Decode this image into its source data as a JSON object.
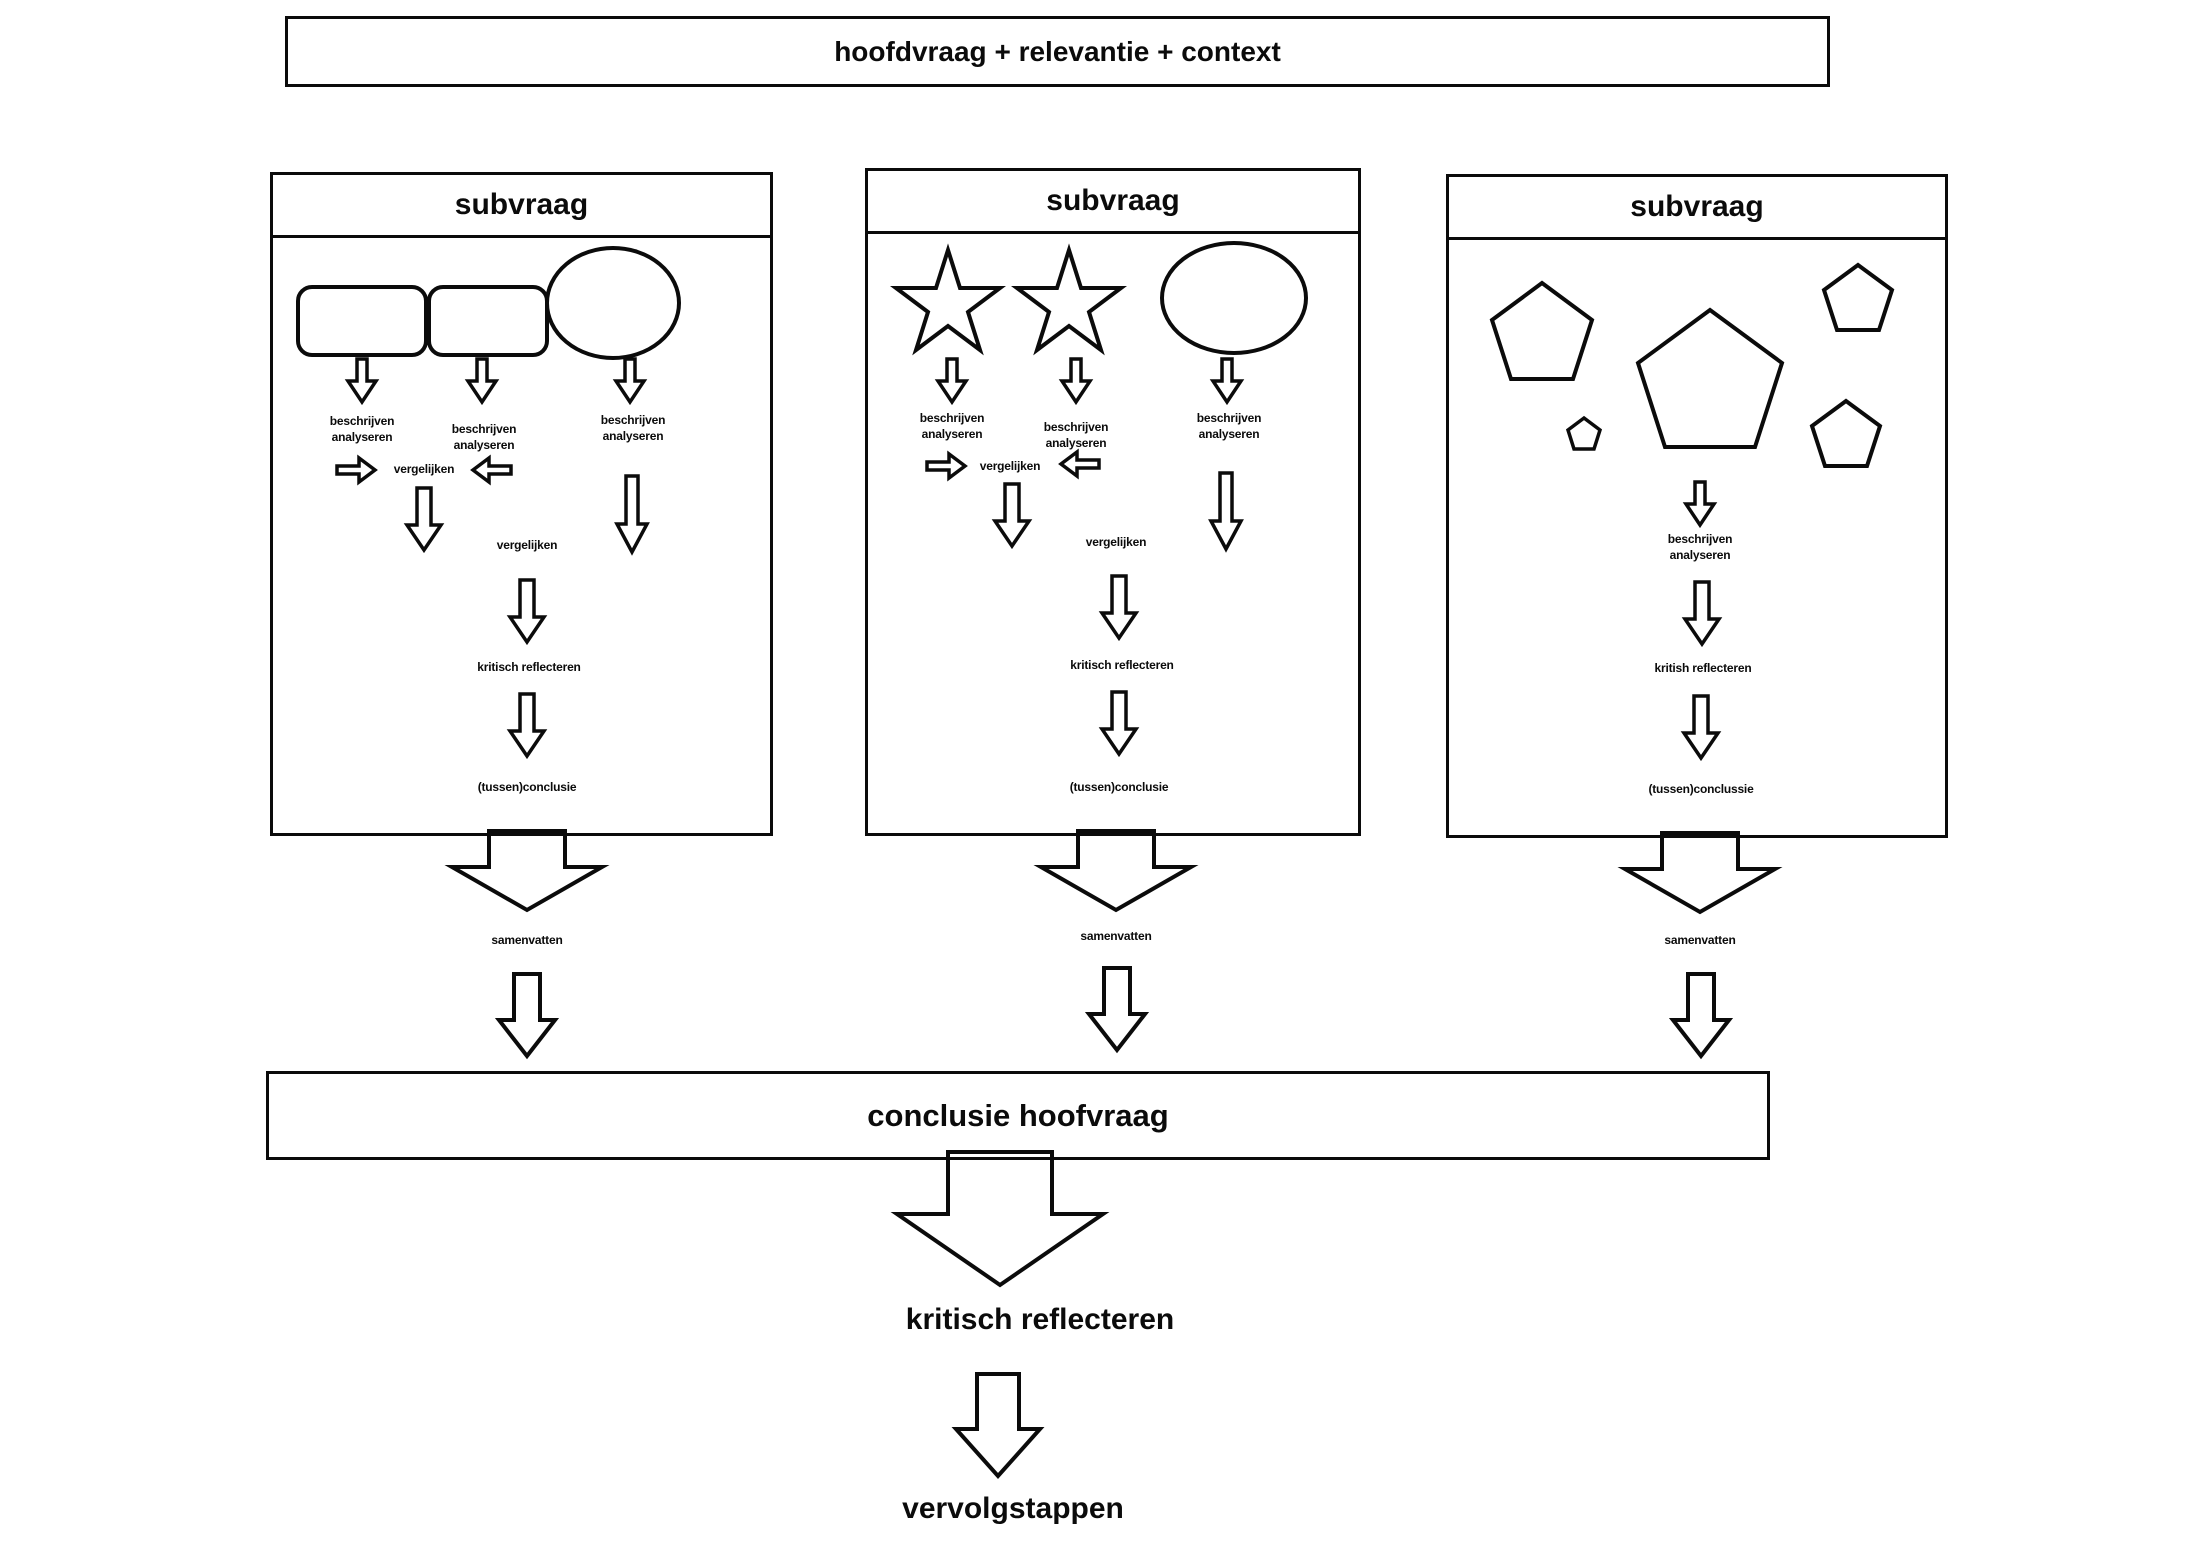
{
  "title_banner": {
    "label": "hoofdvraag + relevantie + context"
  },
  "boxes": [
    {
      "title": "subvraag",
      "columns": [
        {
          "label": "beschrijven\nanalyseren"
        },
        {
          "label": "beschrijven\nanalyseren"
        },
        {
          "label": "beschrijven\nanalyseren"
        }
      ],
      "compare_label": "vergelijken",
      "compare_label2": "vergelijken",
      "reflect_label": "kritisch reflecteren",
      "conclusion_label": "(tussen)conclusie",
      "summarize_label": "samenvatten"
    },
    {
      "title": "subvraag",
      "columns": [
        {
          "label": "beschrijven\nanalyseren"
        },
        {
          "label": "beschrijven\nanalyseren"
        },
        {
          "label": "beschrijven\nanalyseren"
        }
      ],
      "compare_label": "vergelijken",
      "compare_label2": "vergelijken",
      "reflect_label": "kritisch reflecteren",
      "conclusion_label": "(tussen)conclusie",
      "summarize_label": "samenvatten"
    },
    {
      "title": "subvraag",
      "analyze_label": "beschrijven\nanalyseren",
      "reflect_label": "kritish reflecteren",
      "conclusion_label": "(tussen)conclussie",
      "summarize_label": "samenvatten"
    }
  ],
  "conclusion_bar": {
    "label": "conclusie hoofvraag"
  },
  "footer": {
    "reflect_label": "kritisch reflecteren",
    "next_steps_label": "vervolgstappen"
  },
  "colors": {
    "stroke": "#0b0b0b",
    "background": "#ffffff"
  }
}
